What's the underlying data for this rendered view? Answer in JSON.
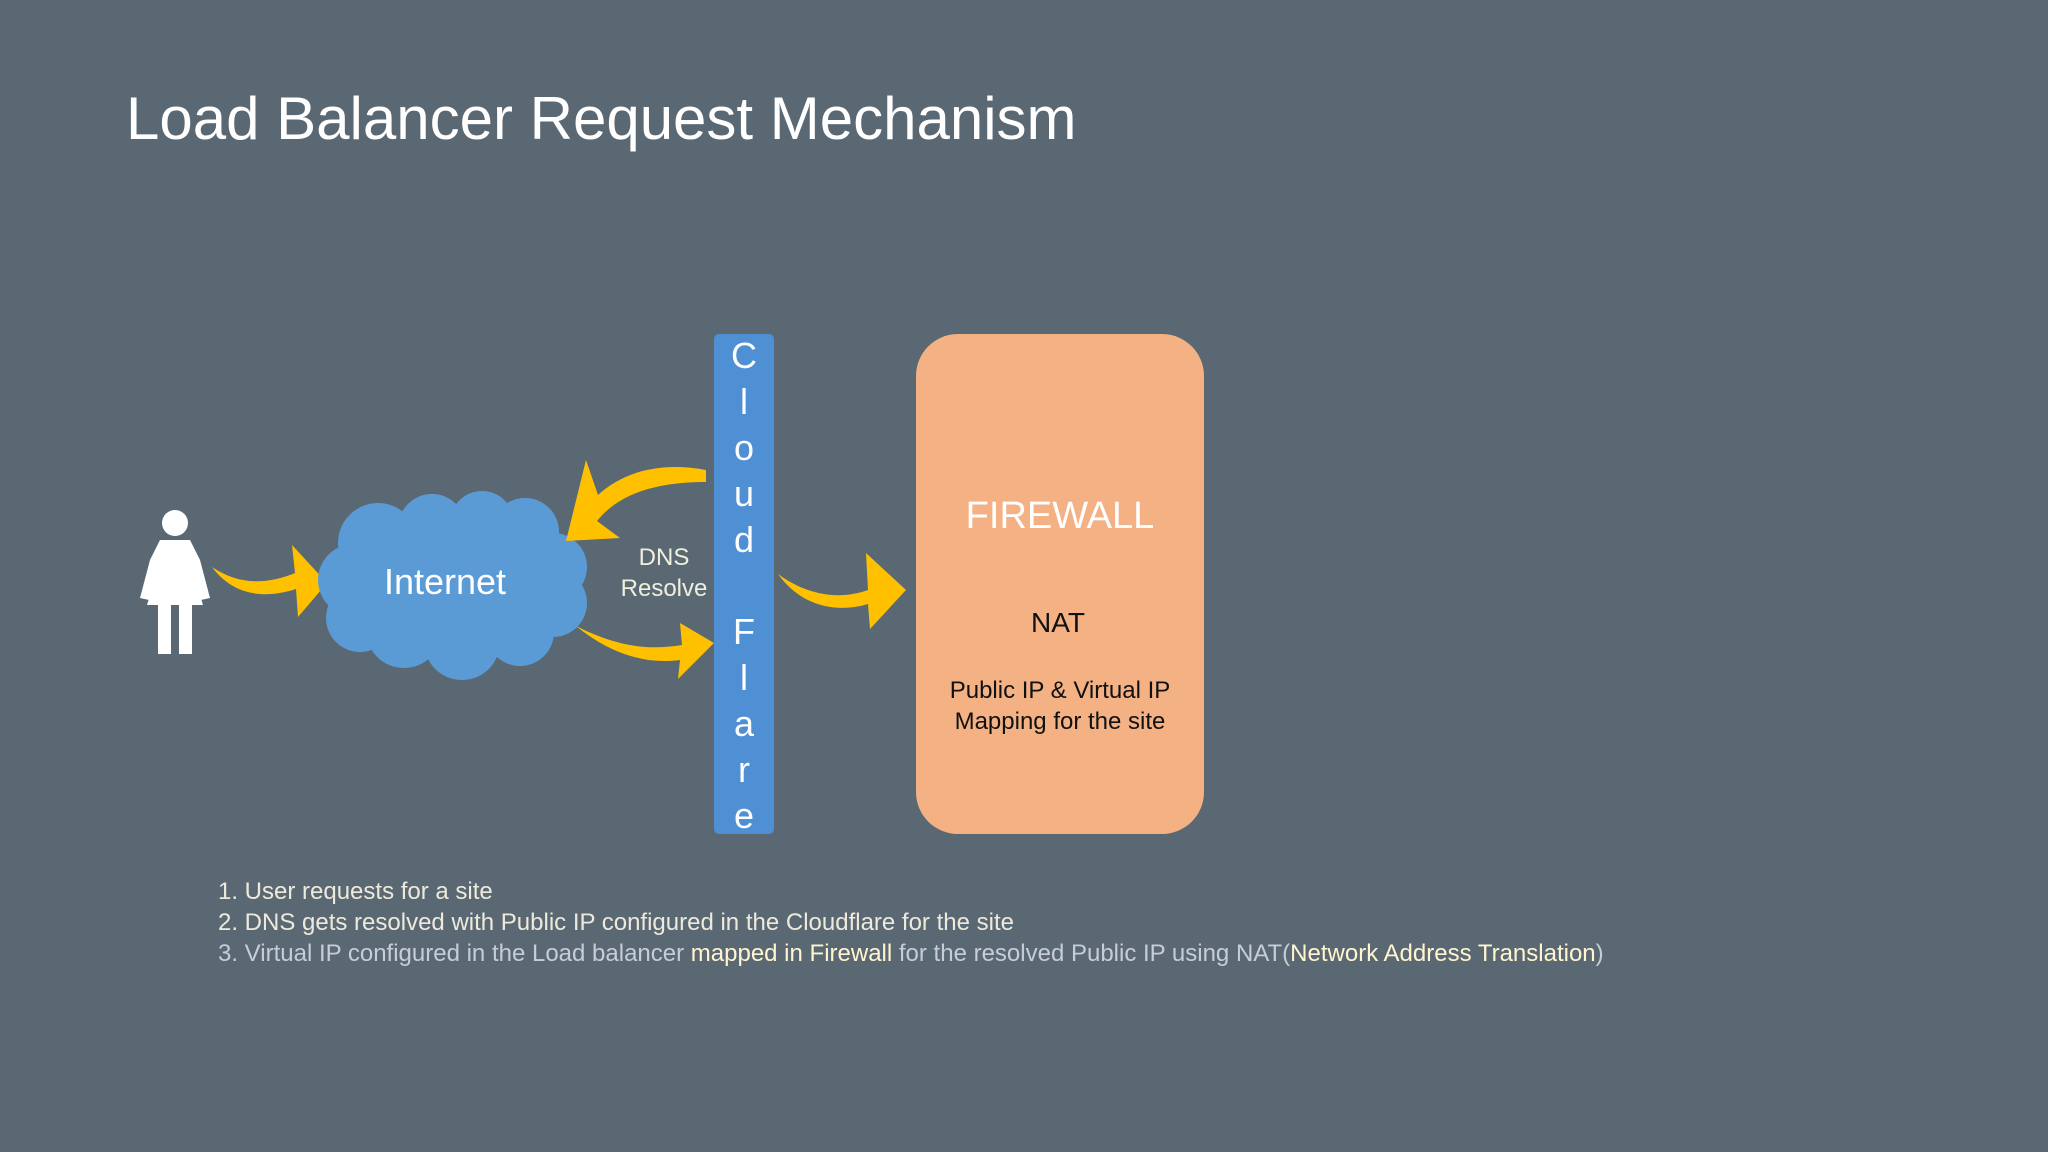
{
  "title": "Load Balancer Request Mechanism",
  "diagram": {
    "cloud_label": "Internet",
    "dns_label_line1": "DNS",
    "dns_label_line2": "Resolve",
    "cloudflare_letters": [
      "C",
      "l",
      "o",
      "u",
      "d",
      "",
      "F",
      "l",
      "a",
      "r",
      "e"
    ],
    "firewall_title": "FIREWALL",
    "nat_label": "NAT",
    "mapping_line1": "Public IP & Virtual IP",
    "mapping_line2": "Mapping for the site",
    "icons": [
      "user-icon",
      "cloud-shape",
      "arrow-icon"
    ]
  },
  "notes": {
    "item1": "1. User requests for a site",
    "item2": "2. DNS gets resolved with Public IP configured in the Cloudflare for the site",
    "item3_part1": "3. Virtual IP configured in the Load balancer ",
    "item3_part2": "mapped in Firewall",
    "item3_part3": " for the resolved Public IP using NAT(",
    "item3_part4": "Network Address Translation",
    "item3_part5": ")"
  },
  "colors": {
    "background": "#5a6874",
    "cloud": "#5b9bd5",
    "cloudflare_bar": "#4f8fd3",
    "firewall": "#f4b183",
    "arrow": "#ffc000"
  }
}
